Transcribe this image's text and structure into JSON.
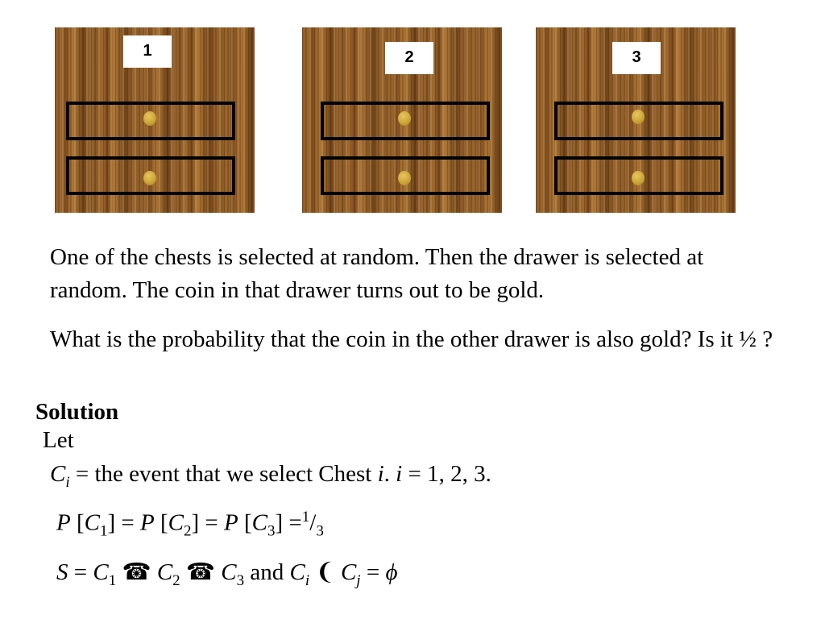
{
  "chests": [
    {
      "label": "1"
    },
    {
      "label": "2"
    },
    {
      "label": "3"
    }
  ],
  "paragraphs": {
    "p1": "One of the chests is selected at random. Then the drawer is selected at random. The coin in that drawer turns out to be gold.",
    "p2": "What is the probability that the coin in the other drawer is also gold? Is it ½ ?"
  },
  "solution": {
    "heading": "Solution",
    "let": "Let"
  },
  "math": {
    "line1": {
      "C": "C",
      "i": "i",
      "text": " = the event that we select Chest ",
      "i2": "i",
      "mid": ".  ",
      "i3": "i",
      "end": " = 1, 2, 3."
    },
    "line2": {
      "P1": "P",
      "open1": " [",
      "C1": "C",
      "s1": "1",
      "close1": "] = ",
      "P2": "P",
      "open2": " [",
      "C2": "C",
      "s2": "2",
      "close2": "] = ",
      "P3": "P",
      "open3": " [",
      "C3": "C",
      "s3": "3",
      "close3": "] =",
      "num": "1",
      "slash": "/",
      "den": "3"
    },
    "line3": {
      "S": "S",
      "eq": " = ",
      "C1": "C",
      "s1": "1",
      "u1": " ☎ ",
      "C2": "C",
      "s2": "2",
      "u2": " ☎ ",
      "C3": "C",
      "s3": "3",
      "and": " and ",
      "Ci": "C",
      "si": "i",
      "cap": " ❨ ",
      "Cj": "C",
      "sj": "j",
      "eq2": " = ",
      "phi": "ϕ"
    }
  }
}
